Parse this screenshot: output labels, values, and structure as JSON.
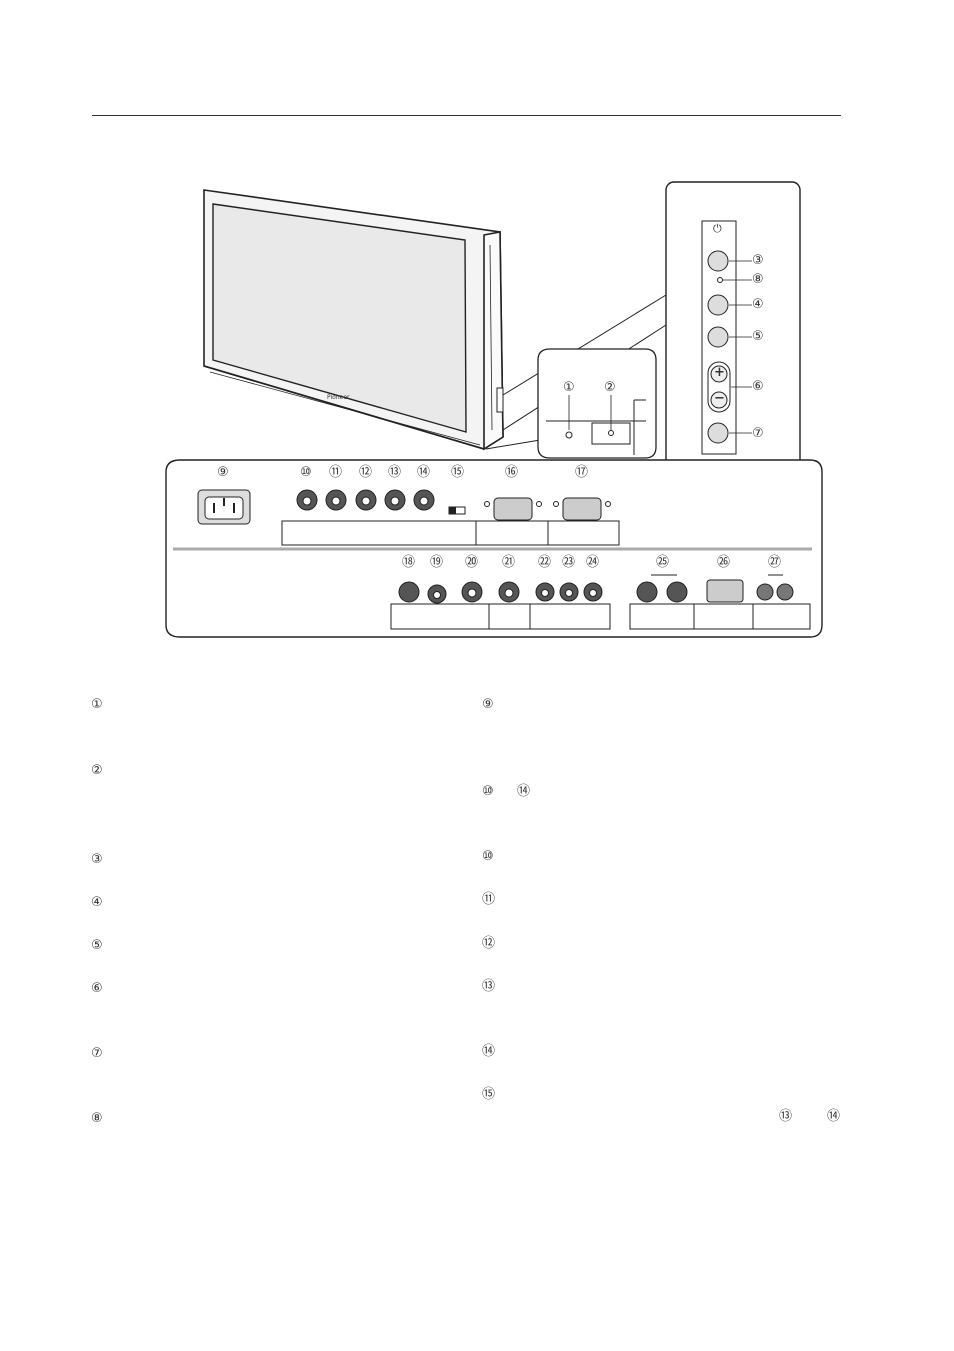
{
  "document": {
    "figure": {
      "callouts": [
        "①",
        "②",
        "③",
        "④",
        "⑤",
        "⑥",
        "⑦",
        "⑧",
        "⑨",
        "⑩",
        "⑪",
        "⑫",
        "⑬",
        "⑭",
        "⑮",
        "⑯",
        "⑰",
        "⑱",
        "⑲",
        "⑳",
        "㉑",
        "㉒",
        "㉓",
        "㉔",
        "㉕",
        "㉖",
        "㉗"
      ],
      "control_panel_symbols": {
        "power": "⏻",
        "plus": "+",
        "minus": "−"
      }
    },
    "legend": {
      "left": [
        "①",
        "②",
        "③",
        "④",
        "⑤",
        "⑥",
        "⑦",
        "⑧"
      ],
      "right": [
        "⑨",
        "⑩",
        "⑭",
        "⑩",
        "⑪",
        "⑫",
        "⑬",
        "⑭",
        "⑮"
      ],
      "right_line_ref_a": "⑬",
      "right_line_ref_b": "⑭"
    }
  }
}
